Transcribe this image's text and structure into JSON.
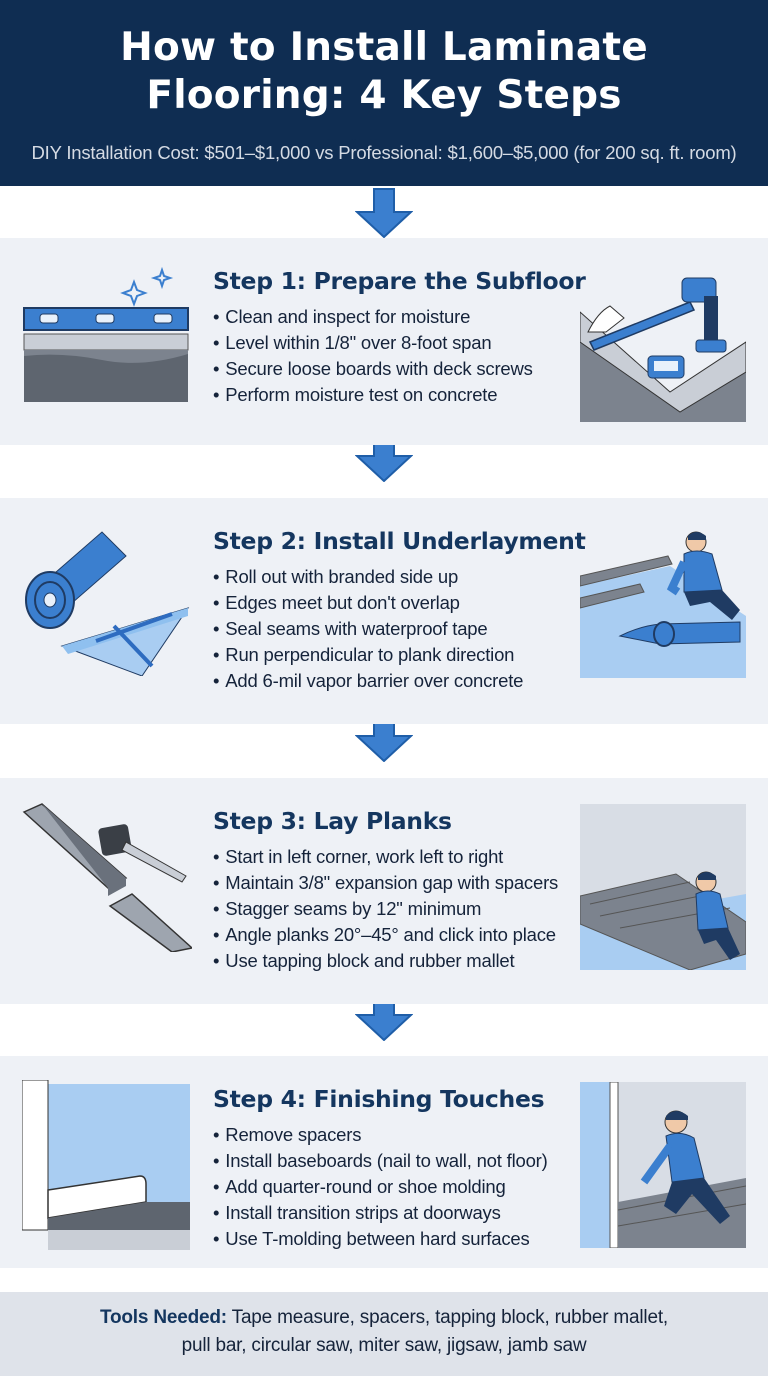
{
  "header": {
    "title": "How to Install Laminate Flooring: 4 Key Steps",
    "subtitle": "DIY Installation Cost: $501–$1,000 vs Professional: $1,600–$5,000 (for 200 sq. ft. room)"
  },
  "steps": [
    {
      "title": "Step 1: Prepare the Subfloor",
      "bullets": [
        "Clean and inspect for moisture",
        "Level within 1/8\" over 8-foot span",
        "Secure loose boards with deck screws",
        "Perform moisture test on concrete"
      ],
      "left_icon": "level-on-subfloor-icon",
      "right_icon": "drill-and-level-icon"
    },
    {
      "title": "Step 2: Install Underlayment",
      "bullets": [
        "Roll out with branded side up",
        "Edges meet but don't overlap",
        "Seal seams with waterproof tape",
        "Run perpendicular to plank direction",
        "Add 6-mil vapor barrier over concrete"
      ],
      "left_icon": "underlayment-roll-icon",
      "right_icon": "worker-rolling-underlayment-icon"
    },
    {
      "title": "Step 3: Lay Planks",
      "bullets": [
        "Start in left corner, work left to right",
        "Maintain 3/8\" expansion gap with spacers",
        "Stagger seams by 12\" minimum",
        "Angle planks 20°–45° and click into place",
        "Use tapping block and rubber mallet"
      ],
      "left_icon": "planks-and-mallet-icon",
      "right_icon": "worker-laying-planks-icon"
    },
    {
      "title": "Step 4: Finishing Touches",
      "bullets": [
        "Remove spacers",
        "Install baseboards (nail to wall, not floor)",
        "Add quarter-round or shoe molding",
        "Install transition strips at doorways",
        "Use T-molding between hard surfaces"
      ],
      "left_icon": "baseboard-icon",
      "right_icon": "worker-nailing-baseboard-icon"
    }
  ],
  "tools": {
    "label": "Tools Needed:",
    "line1": " Tape measure, spacers, tapping block, rubber mallet,",
    "line2": "pull bar, circular saw, miter saw, jigsaw, jamb saw"
  },
  "colors": {
    "header_bg": "#0f2d52",
    "accent_blue": "#3b7fcf",
    "step_bg": "#eef1f6",
    "tools_bg": "#dfe3ea",
    "title_blue": "#14365f"
  }
}
